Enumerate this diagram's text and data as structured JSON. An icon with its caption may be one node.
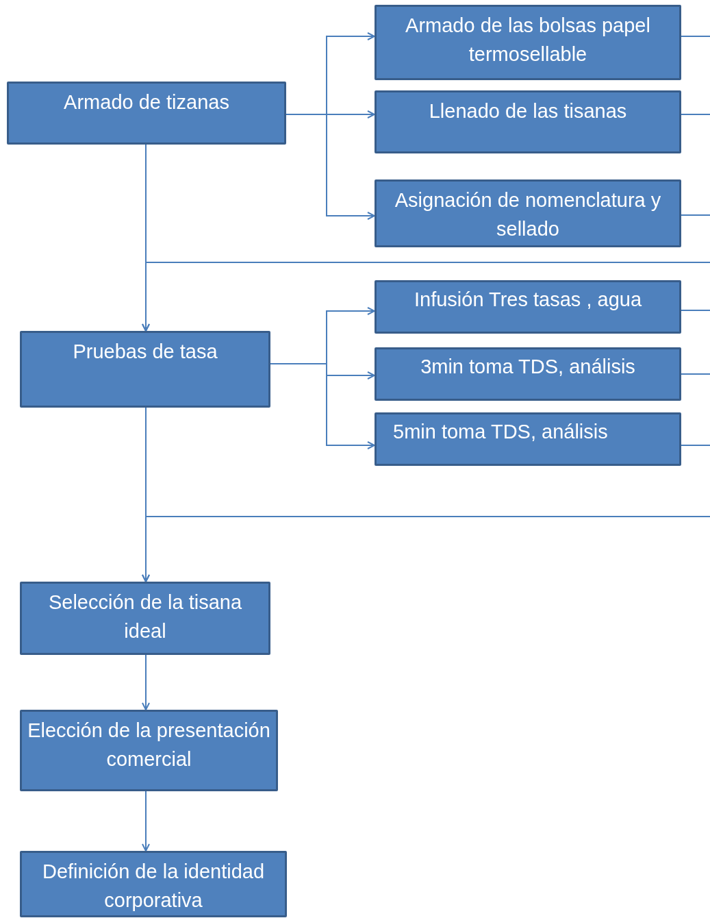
{
  "diagram": {
    "nodes": [
      {
        "text": [
          "Armado de tizanas"
        ]
      },
      {
        "text": [
          "Armado de las bolsas papel termosellable"
        ]
      },
      {
        "text": [
          "Llenado de las tisanas"
        ]
      },
      {
        "text": [
          "Asignación de nomenclatura y sellado"
        ]
      },
      {
        "text": [
          "Pruebas de tasa"
        ]
      },
      {
        "text": [
          "Infusión Tres tasas , agua"
        ]
      },
      {
        "text": [
          "3min toma TDS, análisis"
        ]
      },
      {
        "text": [
          "5min toma TDS, análisis"
        ]
      },
      {
        "text": [
          "Selección de la tisana ideal"
        ]
      },
      {
        "text": [
          "Elección de la presentación comercial"
        ]
      },
      {
        "text": [
          "Definición de la identidad corporativa"
        ]
      }
    ],
    "edges": [
      {
        "from": 0,
        "to": 1,
        "arrow": "to"
      },
      {
        "from": 0,
        "to": 2,
        "arrow": "to"
      },
      {
        "from": 0,
        "to": 3,
        "arrow": "to"
      },
      {
        "from": 0,
        "to": 4,
        "arrow": "to"
      },
      {
        "from": 1,
        "to": null,
        "arrow": "none"
      },
      {
        "from": 2,
        "to": null,
        "arrow": "none"
      },
      {
        "from": 3,
        "to": null,
        "arrow": "none"
      },
      {
        "from": null,
        "to": 4,
        "arrow": "to"
      },
      {
        "from": 4,
        "to": 5,
        "arrow": "to"
      },
      {
        "from": 4,
        "to": 6,
        "arrow": "to"
      },
      {
        "from": 4,
        "to": 7,
        "arrow": "to"
      },
      {
        "from": 4,
        "to": 8,
        "arrow": "to"
      },
      {
        "from": 5,
        "to": null,
        "arrow": "none"
      },
      {
        "from": 6,
        "to": null,
        "arrow": "none"
      },
      {
        "from": 7,
        "to": null,
        "arrow": "none"
      },
      {
        "from": null,
        "to": 8,
        "arrow": "to"
      },
      {
        "from": 8,
        "to": 9,
        "arrow": "to"
      },
      {
        "from": 9,
        "to": 10,
        "arrow": "to"
      }
    ]
  }
}
